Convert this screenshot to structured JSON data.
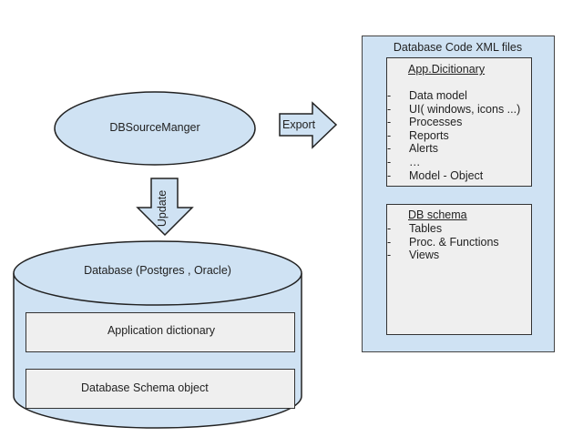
{
  "colors": {
    "shape_fill": "#cfe2f3",
    "box_fill": "#efefef",
    "stroke": "#333333"
  },
  "manager": {
    "label": "DBSourceManger"
  },
  "arrows": {
    "export_label": "Export",
    "update_label": "Update"
  },
  "database": {
    "label": "Database (Postgres , Oracle)",
    "boxes": [
      {
        "label": "Application dictionary"
      },
      {
        "label": "Database Schema object"
      }
    ]
  },
  "xml_panel": {
    "title": "Database Code XML files",
    "app_dictionary": {
      "heading": "App.Dicitionary",
      "items": [
        {
          "bullet": "-",
          "text": "Data model"
        },
        {
          "bullet": "-",
          "text": "UI( windows, icons ...)"
        },
        {
          "bullet": "-",
          "text": "Processes"
        },
        {
          "bullet": "-",
          "text": "Reports"
        },
        {
          "bullet": "-",
          "text": "Alerts"
        },
        {
          "bullet": "-",
          "text": "…"
        },
        {
          "bullet": "-",
          "text": "Model - Object"
        }
      ]
    },
    "db_schema": {
      "heading": "DB schema",
      "items": [
        {
          "bullet": "-",
          "text": "Tables"
        },
        {
          "bullet": "-",
          "text": "Proc. & Functions"
        },
        {
          "bullet": "-",
          "text": "Views"
        }
      ]
    }
  }
}
